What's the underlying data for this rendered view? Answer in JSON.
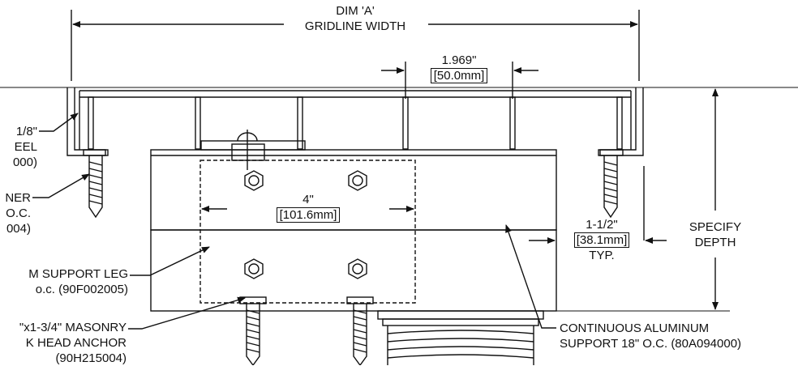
{
  "dim_a": {
    "line1": "DIM 'A'",
    "line2": "GRIDLINE WIDTH"
  },
  "spacing": {
    "inch": "1.969\"",
    "mm": "[50.0mm]"
  },
  "width_4": {
    "inch": "4\"",
    "mm": "[101.6mm]"
  },
  "leg_height": {
    "inch": "1-1/2\"",
    "mm": "[38.1mm]",
    "note": "TYP."
  },
  "depth": {
    "line1": "SPECIFY",
    "line2": "DEPTH"
  },
  "left_notes": {
    "steel": {
      "line1": "1/8\"",
      "line2": "EEL",
      "line3": "000)"
    },
    "fastener": {
      "line1": "NER",
      "line2": "O.C.",
      "line3": "004)"
    },
    "support_leg": {
      "line1": "M SUPPORT LEG",
      "line2": "o.c. (90F002005)"
    },
    "anchor": {
      "line1": "\"x1-3/4\" MASONRY",
      "line2": "K HEAD ANCHOR",
      "line3": "(90H215004)"
    }
  },
  "continuous_support": {
    "line1": "CONTINUOUS ALUMINUM",
    "line2": "SUPPORT 18\" O.C. (80A094000)"
  }
}
